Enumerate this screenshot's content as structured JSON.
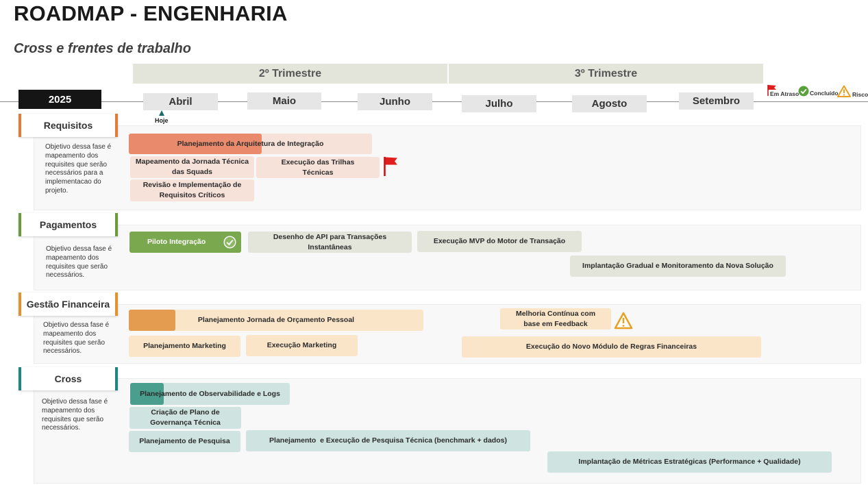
{
  "header": {
    "title": "ROADMAP - ENGENHARIA",
    "subtitle": "Cross e frentes de trabalho"
  },
  "timeline": {
    "year": "2025",
    "quarters": [
      "2º Trimestre",
      "3º Trimestre"
    ],
    "months": [
      "Abril",
      "Maio",
      "Junho",
      "Julho",
      "Agosto",
      "Setembro"
    ],
    "today_label": "Hoje"
  },
  "legend": {
    "late": "Em Atraso",
    "done": "Concluído",
    "risk": "Risco"
  },
  "colors": {
    "requisitos": "#e07b39",
    "pagamentos": "#6a9a3a",
    "financeira": "#e0932e",
    "cross": "#1f8580",
    "late_flag": "#e01e1e",
    "done": "#5aa03c",
    "risk": "#e8a020"
  },
  "sections": {
    "requisitos": {
      "name": "Requisitos",
      "description": "Objetivo dessa fase é mapeamento dos requisites que serão necessários para a implementacao do projeto.",
      "items": [
        {
          "label": "Planejamento da Arquitetura de Integração",
          "progress": 0.55
        },
        {
          "label": "Mapeamento da Jornada Técnica das Squads"
        },
        {
          "label": "Execução das Trilhas Técnicas",
          "status": "Em Atraso"
        },
        {
          "label": "Revisão e Implementação de Requisitos Críticos"
        }
      ]
    },
    "pagamentos": {
      "name": "Pagamentos",
      "description": "Objetivo dessa fase é mapeamento dos requisites que serão necessários.",
      "items": [
        {
          "label": "Piloto Integração",
          "status": "Concluído"
        },
        {
          "label": "Desenho de API para Transações Instantâneas"
        },
        {
          "label": "Execução MVP do Motor de Transação"
        },
        {
          "label": "Implantação Gradual e Monitoramento da Nova Solução"
        }
      ]
    },
    "financeira": {
      "name": "Gestão Financeira",
      "description": "Objetivo dessa fase é mapeamento dos requisites que serão necessários.",
      "items": [
        {
          "label": "Planejamento Jornada de Orçamento Pessoal",
          "progress": 0.16
        },
        {
          "label": "Melhoria Contínua com base em Feedback",
          "status": "Risco"
        },
        {
          "label": "Planejamento Marketing"
        },
        {
          "label": "Execução Marketing"
        },
        {
          "label": "Execução do Novo Módulo de Regras Financeiras"
        }
      ]
    },
    "cross": {
      "name": "Cross",
      "description": "Objetivo dessa fase é mapeamento dos requisites que serão necessários.",
      "items": [
        {
          "label": "Planejamento de Observabilidade e Logs",
          "progress": 0.2
        },
        {
          "label": "Criação de Plano de Governança Técnica"
        },
        {
          "label": "Planejamento de Pesquisa"
        },
        {
          "label": "Planejamento  e Execução de Pesquisa Técnica (benchmark + dados)"
        },
        {
          "label": "Implantação de Métricas Estratégicas (Performance + Qualidade)"
        }
      ]
    }
  }
}
